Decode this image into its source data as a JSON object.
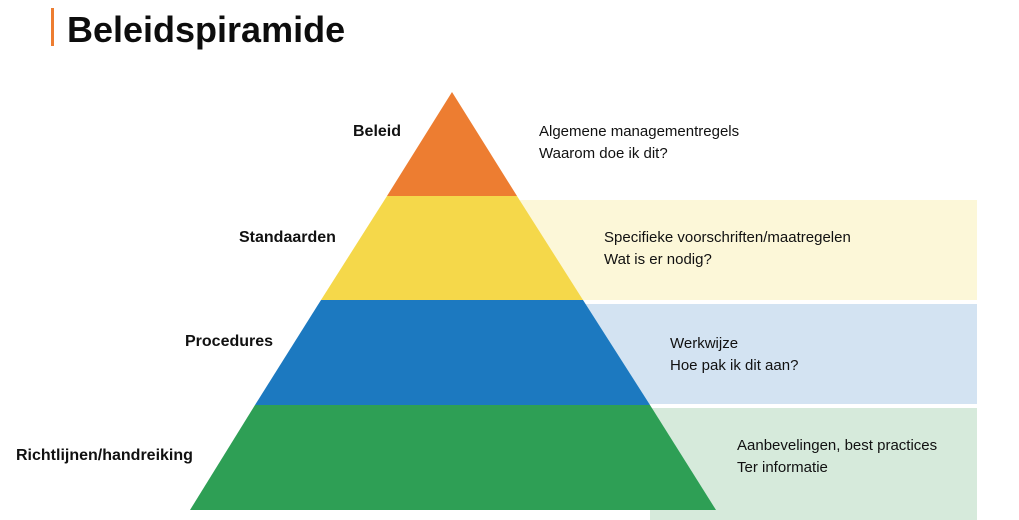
{
  "title": "Beleidspiramide",
  "colors": {
    "accent": "#ed7d31",
    "beleid": "#ed7d31",
    "standaarden": "#f5d84a",
    "standaarden_bg": "#fcf7d8",
    "procedures": "#1c79c0",
    "procedures_bg": "#d3e3f2",
    "richtlijnen": "#2e9f55",
    "richtlijnen_bg": "#d6eadb"
  },
  "levels": [
    {
      "label": "Beleid",
      "line1": "Algemene managementregels",
      "line2": "Waarom doe ik dit?"
    },
    {
      "label": "Standaarden",
      "line1": "Specifieke voorschriften/maatregelen",
      "line2": "Wat is er nodig?"
    },
    {
      "label": "Procedures",
      "line1": "Werkwijze",
      "line2": "Hoe pak ik dit aan?"
    },
    {
      "label": "Richtlijnen/handreiking",
      "line1": "Aanbevelingen, best practices",
      "line2": "Ter informatie"
    }
  ]
}
